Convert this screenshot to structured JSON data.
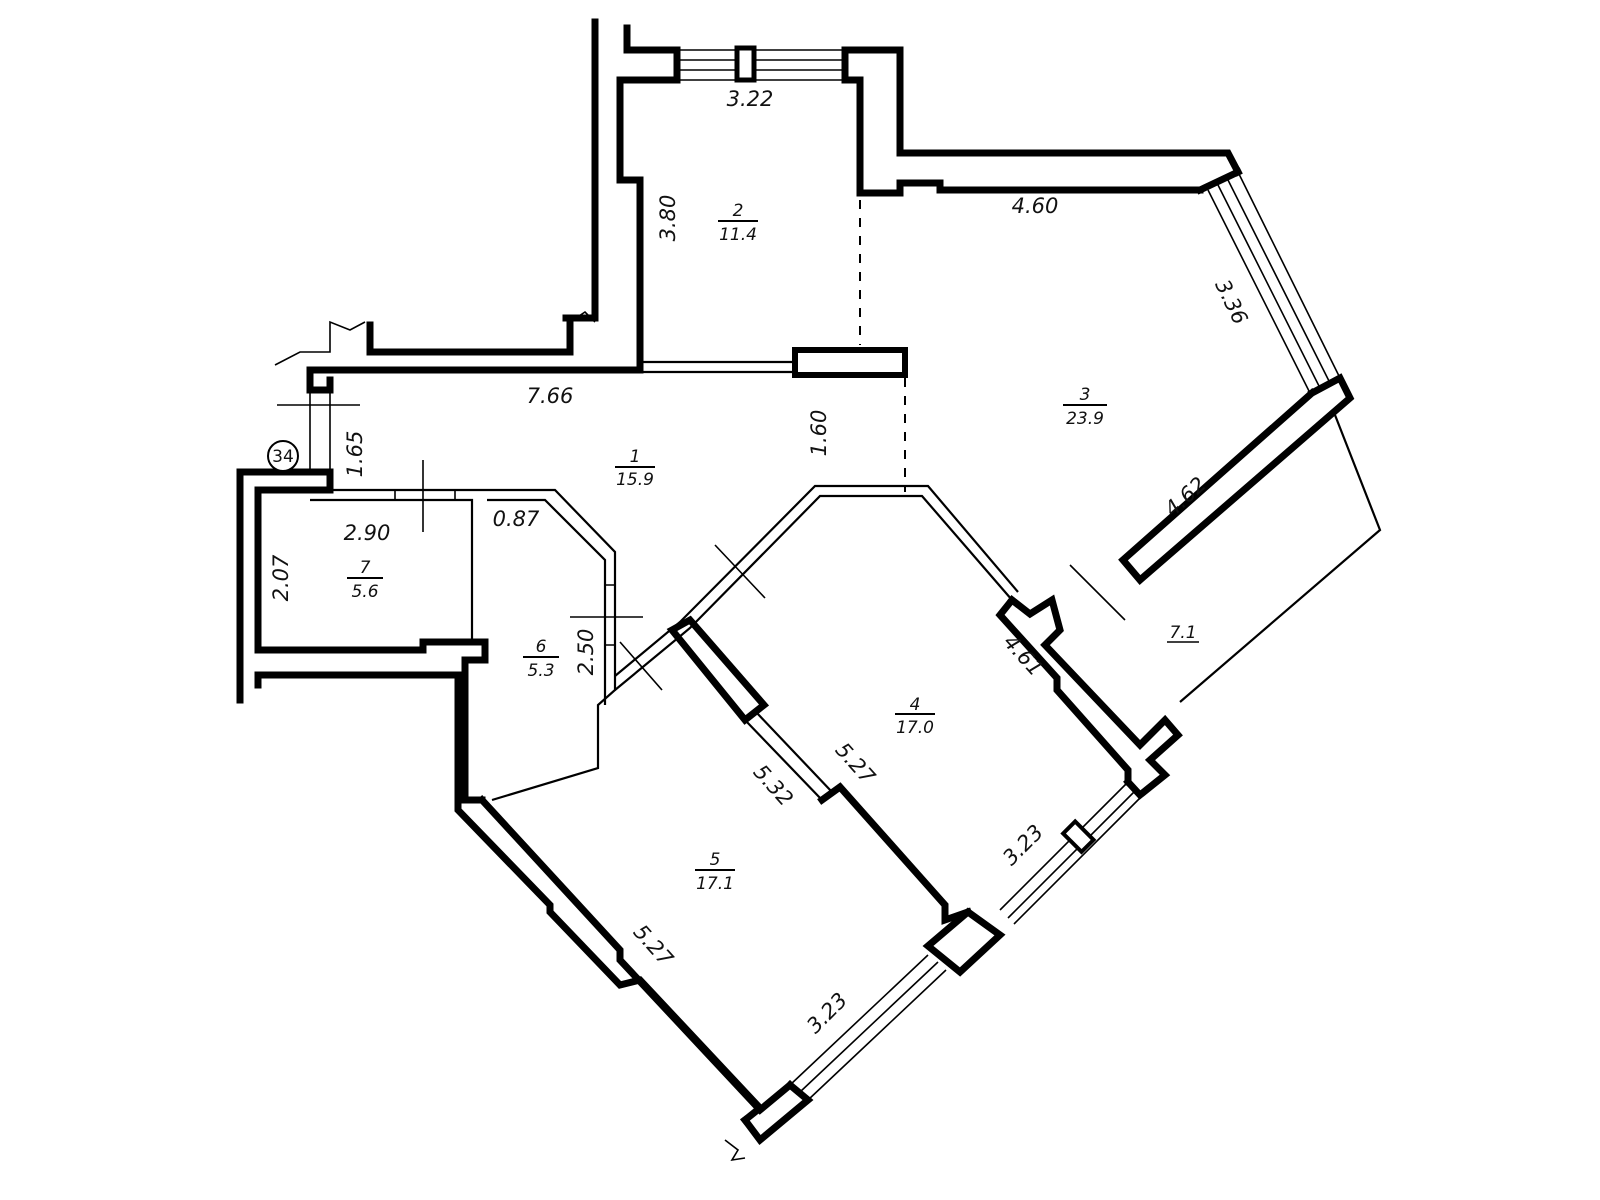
{
  "plan": {
    "axis_marker": "34",
    "rooms": [
      {
        "number": "1",
        "area": "15.9"
      },
      {
        "number": "2",
        "area": "11.4"
      },
      {
        "number": "3",
        "area": "23.9"
      },
      {
        "number": "4",
        "area": "17.0"
      },
      {
        "number": "5",
        "area": "17.1"
      },
      {
        "number": "6",
        "area": "5.3"
      },
      {
        "number": "7",
        "area": "5.6"
      }
    ],
    "balcony_area": "7.1",
    "dimensions": {
      "room2_top": "3.22",
      "room2_side": "3.80",
      "room3_top": "4.60",
      "room3_window": "3.36",
      "room3_bottom": "4.62",
      "hall_top": "7.66",
      "hall_right": "1.60",
      "entry": "1.65",
      "room7_top": "2.90",
      "room7_side": "2.07",
      "room6_top": "0.87",
      "room6_side": "2.50",
      "room4_right": "4.61",
      "room4_left": "5.27",
      "room4_window": "3.23",
      "room5_right": "5.32",
      "room5_left": "5.27",
      "room5_window": "3.23"
    }
  }
}
